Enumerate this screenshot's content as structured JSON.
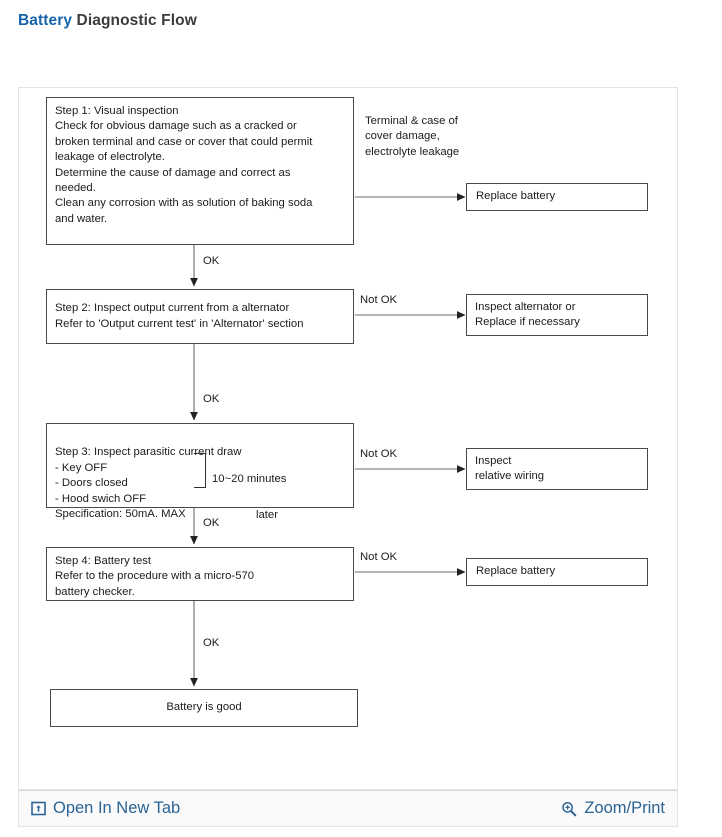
{
  "title": {
    "keyword": "Battery",
    "rest": " Diagnostic Flow"
  },
  "diagram": {
    "steps": [
      {
        "id": "step-1",
        "text": "Step 1: Visual inspection\nCheck for obvious damage such as a cracked or\nbroken terminal and case or cover that could permit\nleakage of electrolyte.\nDetermine the cause of damage and correct as\nneeded.\nClean any corrosion with as solution of baking soda\nand water."
      },
      {
        "id": "step-2",
        "text": "Step 2: Inspect output current from a alternator\nRefer to 'Output current test' in 'Alternator' section"
      },
      {
        "id": "step-3",
        "text": "Step 3: Inspect parasitic current draw\n - Key OFF\n - Doors closed\n - Hood swich OFF\n   Specification: 50mA. MAX",
        "bracket_note_line1": "10~20 minutes",
        "bracket_note_line2": "later"
      },
      {
        "id": "step-4",
        "text": "Step 4: Battery test\nRefer to the procedure with a micro-570\nbattery checker."
      }
    ],
    "results": [
      {
        "id": "result-1",
        "text": "Replace battery"
      },
      {
        "id": "result-2",
        "text": "Inspect alternator or\nReplace if necessary"
      },
      {
        "id": "result-3",
        "text": "Inspect\nrelative wiring"
      },
      {
        "id": "result-4",
        "text": "Replace battery"
      }
    ],
    "final_box": "Battery is good",
    "note_top": "Terminal & case of\ncover damage,\nelectrolyte leakage",
    "edge_labels": {
      "ok_1": "OK",
      "ok_2": "OK",
      "ok_3": "OK",
      "ok_4": "OK",
      "not_ok_2": "Not OK",
      "not_ok_3": "Not OK",
      "not_ok_4": "Not OK"
    }
  },
  "footer": {
    "open_new_tab": "Open In New Tab",
    "zoom_print": "Zoom/Print"
  },
  "colors": {
    "accent": "#1864ab",
    "link": "#2a6496",
    "title_text": "#3c3c3c",
    "box_border": "#4a4a4a",
    "panel_border": "#e3e3e3"
  }
}
